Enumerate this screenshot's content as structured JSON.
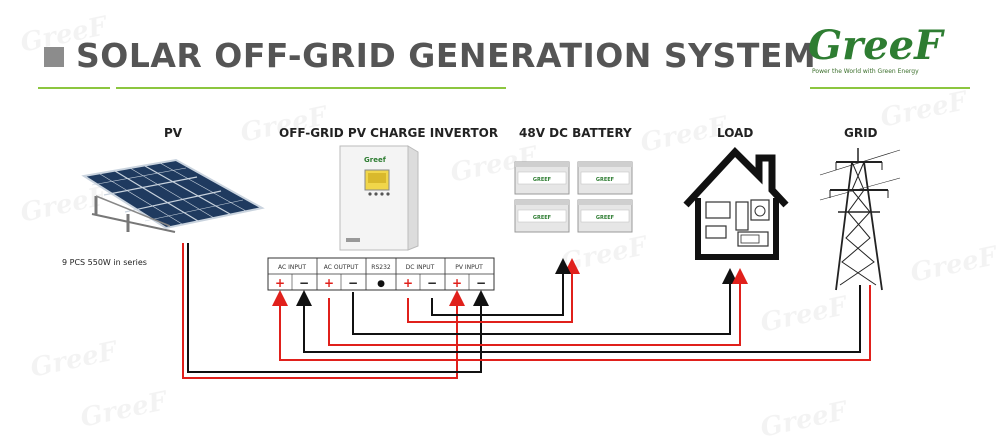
{
  "header": {
    "title": "SOLAR OFF-GRID GENERATION SYSTEM",
    "brand_name": "GreeF",
    "brand_tagline": "Power the World with Green Energy"
  },
  "components": {
    "pv": "PV",
    "inverter": "OFF-GRID PV CHARGE INVERTOR",
    "battery": "48V DC BATTERY",
    "load": "LOAD",
    "grid": "GRID"
  },
  "pv_note": "9 PCS 550W  in series",
  "terminals": {
    "labels": [
      "AC INPUT",
      "AC OUTPUT",
      "RS232",
      "DC INPUT",
      "PV INPUT"
    ],
    "symbols": [
      "+",
      "−",
      "+",
      "−",
      "●",
      "+",
      "−",
      "+",
      "−"
    ]
  },
  "devices": {
    "inverter_brand": "Greef",
    "battery_brand": "GREEF"
  },
  "watermark_text": "GreeF",
  "colors": {
    "positive": "#e0201b",
    "negative": "#111111",
    "accent": "#8cc63f",
    "title": "#555555"
  }
}
